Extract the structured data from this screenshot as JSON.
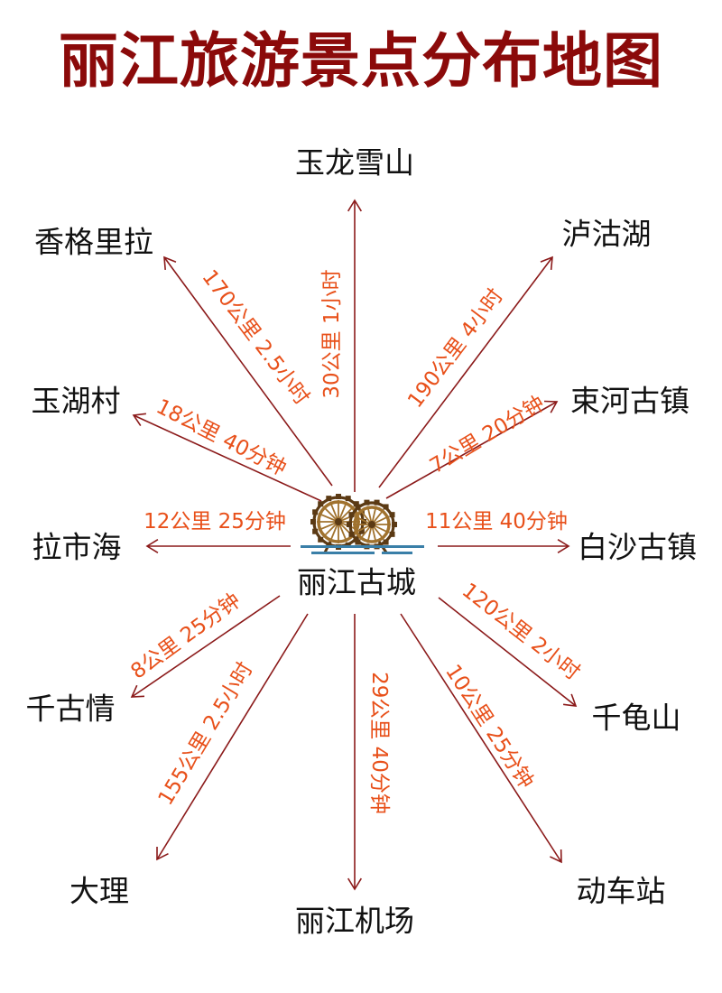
{
  "title": "丽江旅游景点分布地图",
  "colors": {
    "title": "#8b0a0a",
    "route_line": "#8b1a1a",
    "route_text": "#e8501a",
    "place_text": "#111111",
    "wheel_wood": "#a0722e",
    "wheel_dark": "#5b3a14",
    "water": "#3a7fa8"
  },
  "center": {
    "name": "丽江古城",
    "icon": "waterwheel-icon"
  },
  "routes": [
    {
      "id": "yulong",
      "destination": "玉龙雪山",
      "distance": "30公里 1小时"
    },
    {
      "id": "lugu",
      "destination": "泸沽湖",
      "distance": "190公里 4小时"
    },
    {
      "id": "shangri-la",
      "destination": "香格里拉",
      "distance": "170公里 2.5小时"
    },
    {
      "id": "shuhe",
      "destination": "束河古镇",
      "distance": "7公里 20分钟"
    },
    {
      "id": "yuhu",
      "destination": "玉湖村",
      "distance": "18公里 40分钟"
    },
    {
      "id": "baisha",
      "destination": "白沙古镇",
      "distance": "11公里 40分钟"
    },
    {
      "id": "lashihai",
      "destination": "拉市海",
      "distance": "12公里 25分钟"
    },
    {
      "id": "qianguishan",
      "destination": "千龟山",
      "distance": "120公里 2小时"
    },
    {
      "id": "qianguqing",
      "destination": "千古情",
      "distance": "8公里 25分钟"
    },
    {
      "id": "dali",
      "destination": "大理",
      "distance": "155公里 2.5小时"
    },
    {
      "id": "airport",
      "destination": "丽江机场",
      "distance": "29公里 40分钟"
    },
    {
      "id": "station",
      "destination": "动车站",
      "distance": "10公里 25分钟"
    }
  ]
}
